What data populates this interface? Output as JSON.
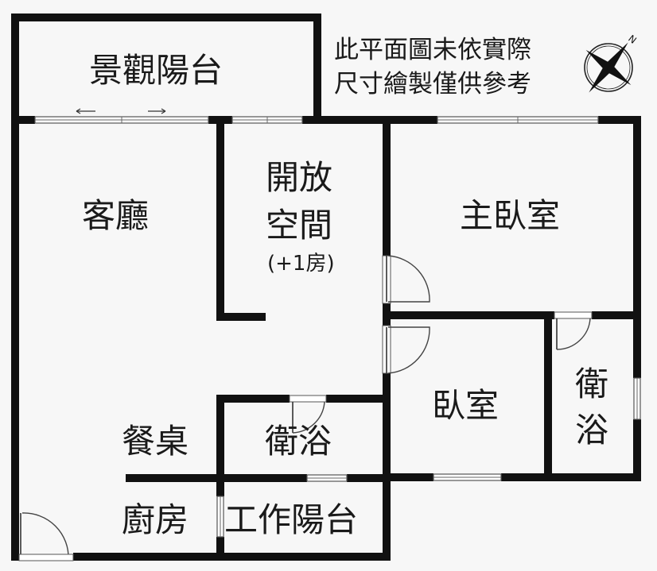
{
  "note": {
    "line1": "此平面圖未依實際",
    "line2": "尺寸繪製僅供參考"
  },
  "compass": {
    "north_label": "N"
  },
  "rooms": {
    "balcony": "景觀陽台",
    "living": "客廳",
    "open_space_line1": "開放",
    "open_space_line2": "空間",
    "open_space_note": "(+1房)",
    "master_bedroom": "主臥室",
    "bedroom": "臥室",
    "bath_right_line1": "衛",
    "bath_right_line2": "浴",
    "bath_center": "衛浴",
    "dining": "餐桌",
    "kitchen": "廚房",
    "utility_balcony": "工作陽台"
  },
  "colors": {
    "wall": "#111111",
    "background": "#f7f7f7",
    "text": "#1a1a1a"
  }
}
